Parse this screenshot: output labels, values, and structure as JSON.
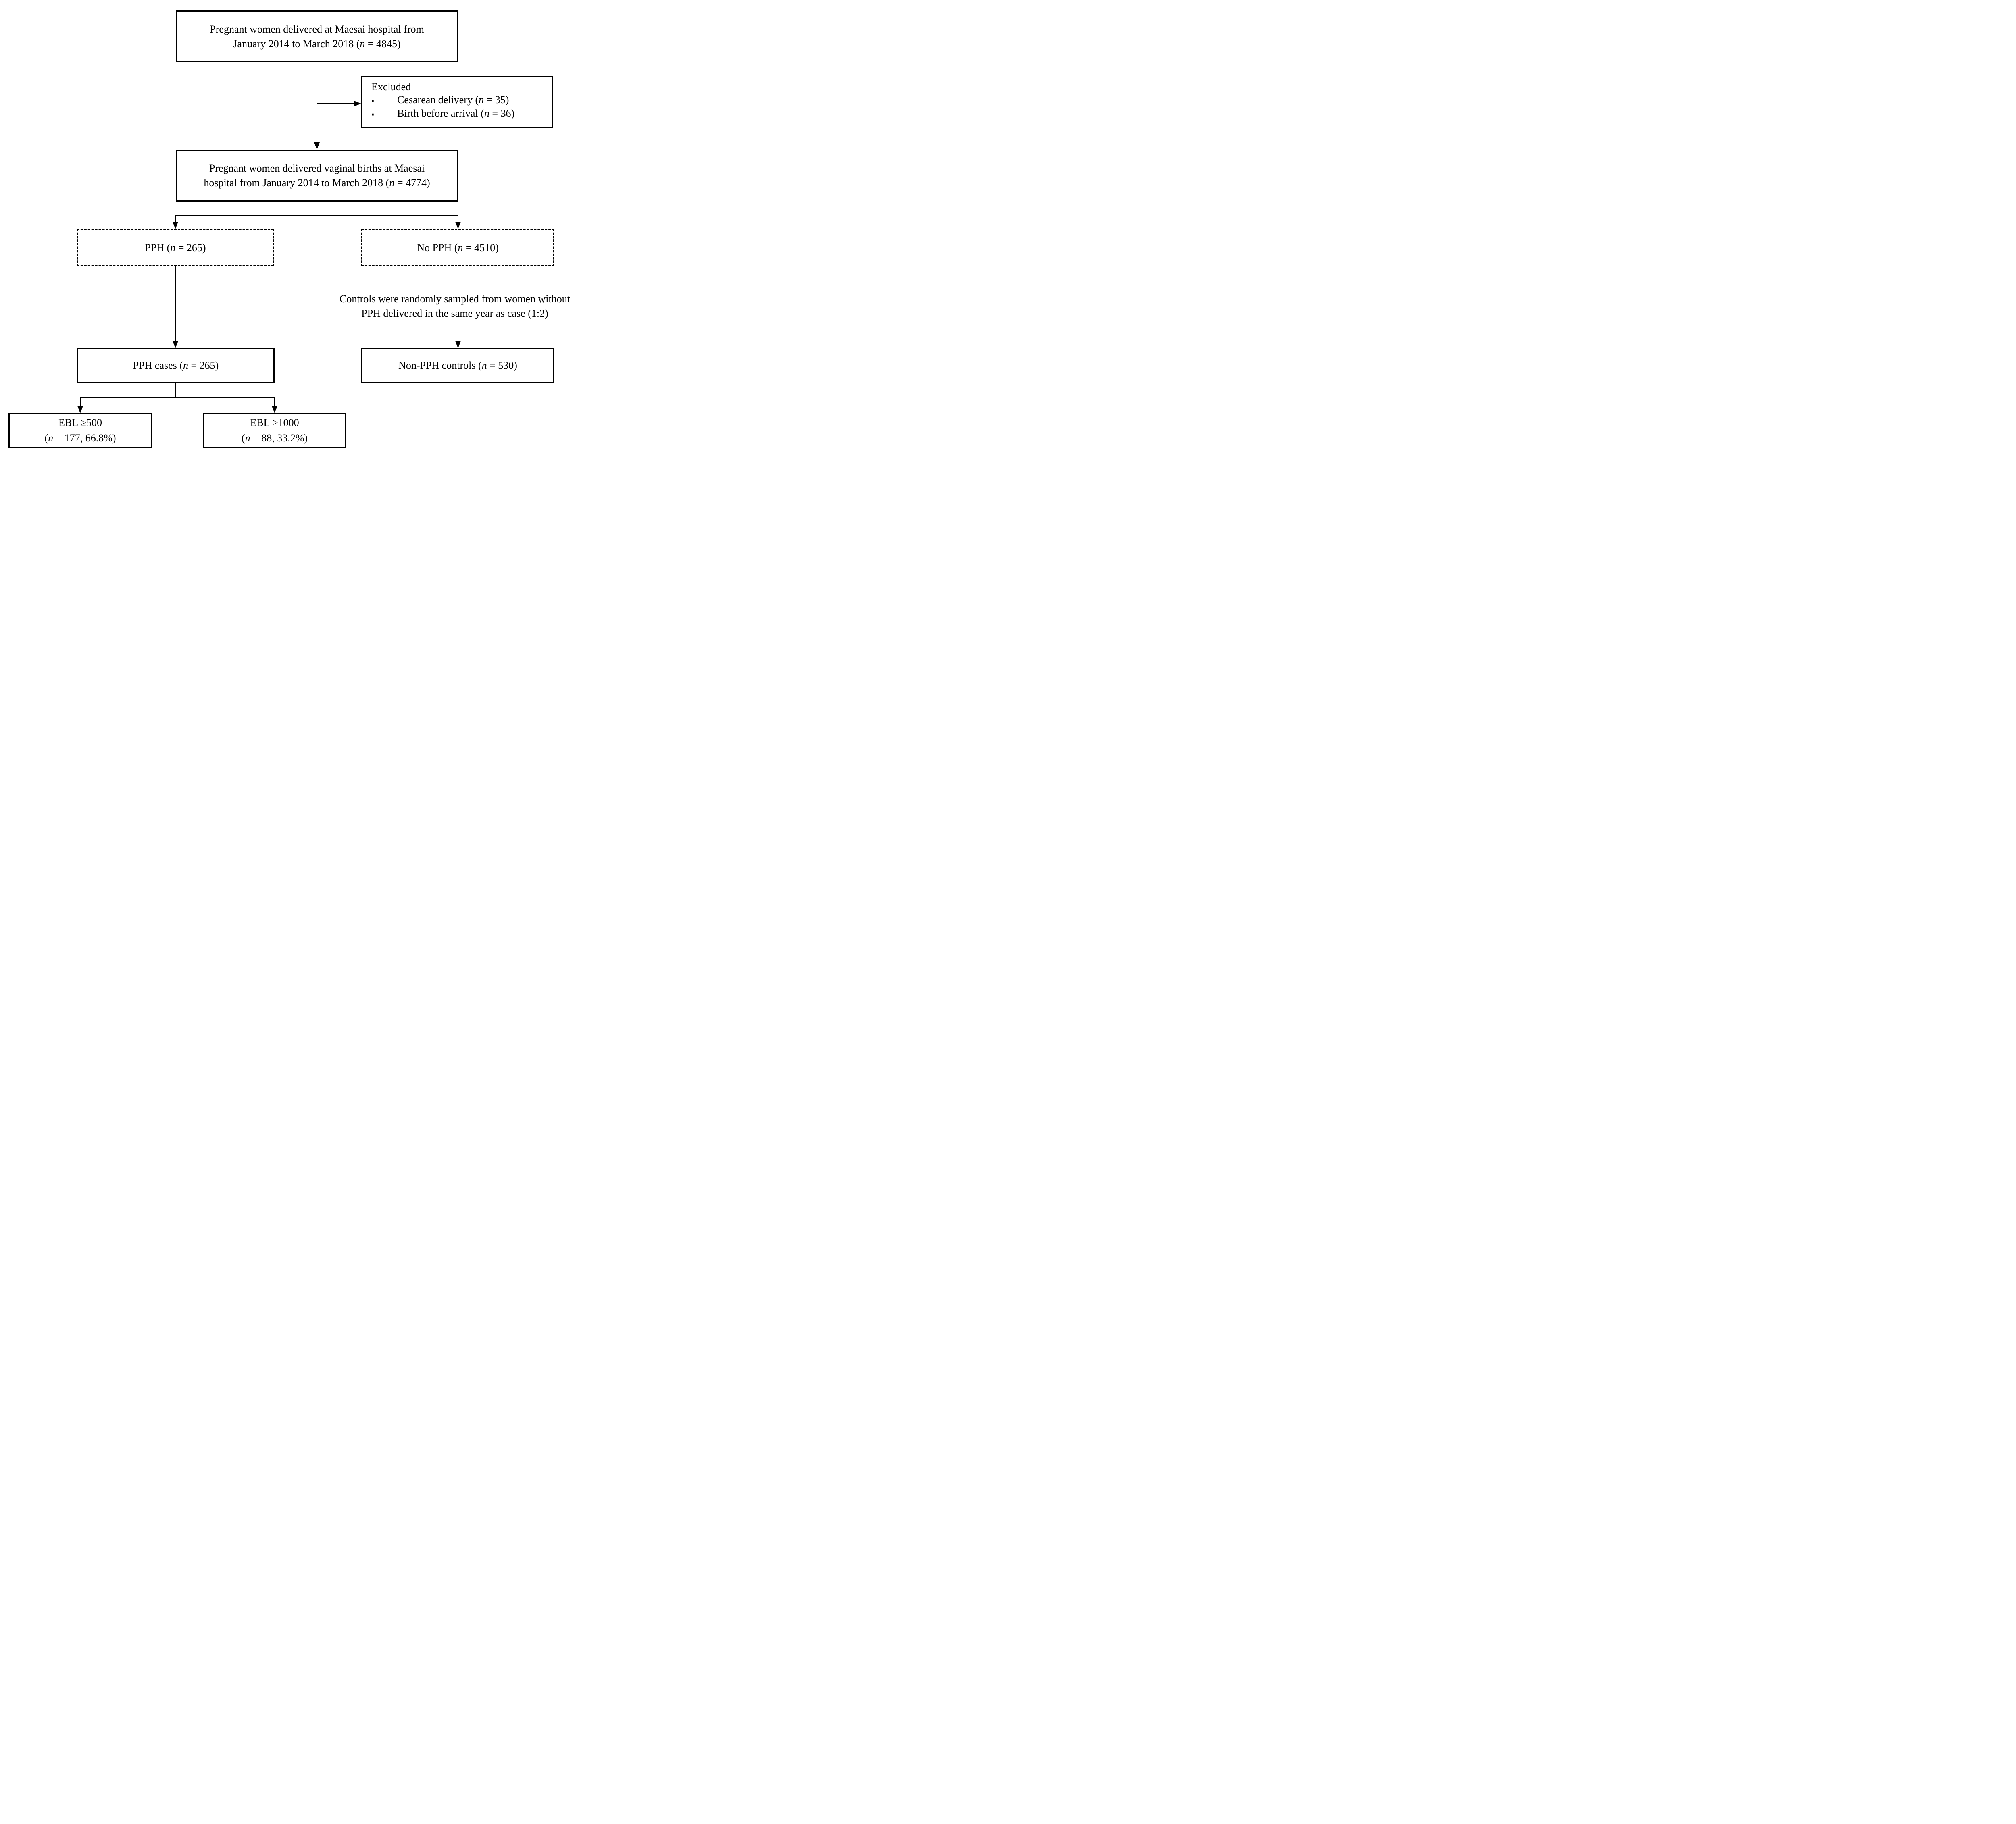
{
  "colors": {
    "background": "#ffffff",
    "ink": "#000000"
  },
  "nodes": {
    "top_box": {
      "line1": [
        {
          "t": "Pregnant women delivered at Maesai hospital from"
        }
      ],
      "line2": [
        {
          "t": "January 2014 to March 2018 ("
        },
        {
          "t": "n",
          "i": true
        },
        {
          "t": " = 4845)"
        }
      ]
    },
    "excluded_box": {
      "title": [
        {
          "t": "Excluded"
        }
      ],
      "bullet": "▪",
      "items": [
        [
          {
            "t": "Cesarean delivery ("
          },
          {
            "t": "n",
            "i": true
          },
          {
            "t": " = 35)"
          }
        ],
        [
          {
            "t": "Birth before arrival ("
          },
          {
            "t": "n",
            "i": true
          },
          {
            "t": " = 36)"
          }
        ]
      ]
    },
    "vaginal_box": {
      "line1": [
        {
          "t": "Pregnant women delivered vaginal births at Maesai"
        }
      ],
      "line2": [
        {
          "t": "hospital from January 2014 to March 2018 ("
        },
        {
          "t": "n",
          "i": true
        },
        {
          "t": " = 4774)"
        }
      ]
    },
    "pph_box": {
      "label": [
        {
          "t": "PPH ("
        },
        {
          "t": "n",
          "i": true
        },
        {
          "t": " = 265)"
        }
      ]
    },
    "no_pph_box": {
      "label": [
        {
          "t": "No PPH ("
        },
        {
          "t": "n",
          "i": true
        },
        {
          "t": " = 4510)"
        }
      ]
    },
    "sampling_note": {
      "line1": [
        {
          "t": "Controls were randomly sampled from women without"
        }
      ],
      "line2": [
        {
          "t": "PPH delivered in the same year as case (1:2)"
        }
      ]
    },
    "pph_cases_box": {
      "label": [
        {
          "t": "PPH cases ("
        },
        {
          "t": "n",
          "i": true
        },
        {
          "t": " = 265)"
        }
      ]
    },
    "non_pph_controls_box": {
      "label": [
        {
          "t": "Non-PPH controls ("
        },
        {
          "t": "n",
          "i": true
        },
        {
          "t": " = 530)"
        }
      ]
    },
    "ebl_500_box": {
      "line1": [
        {
          "t": "EBL ≥500"
        }
      ],
      "line2": [
        {
          "t": "("
        },
        {
          "t": "n",
          "i": true
        },
        {
          "t": " = 177, 66.8%)"
        }
      ]
    },
    "ebl_1000_box": {
      "line1": [
        {
          "t": "EBL >1000"
        }
      ],
      "line2": [
        {
          "t": "("
        },
        {
          "t": "n",
          "i": true
        },
        {
          "t": " = 88, 33.2%)"
        }
      ]
    }
  }
}
